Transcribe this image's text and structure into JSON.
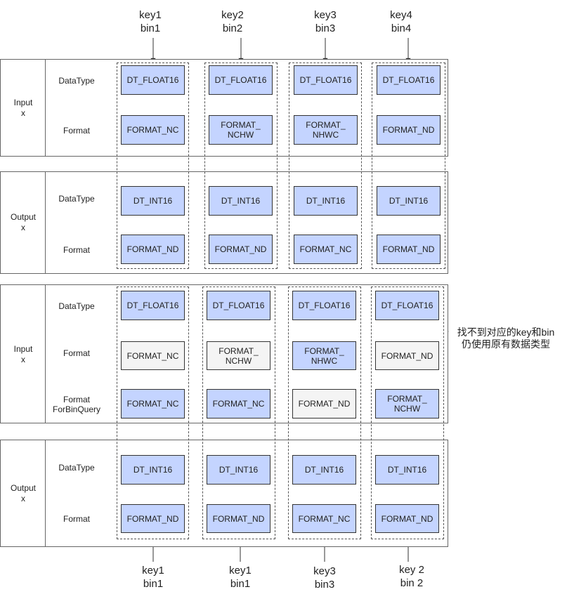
{
  "top_keys": [
    {
      "key": "key1",
      "bin": "bin1"
    },
    {
      "key": "key2",
      "bin": "bin2"
    },
    {
      "key": "key3",
      "bin": "bin3"
    },
    {
      "key": "key4",
      "bin": "bin4"
    }
  ],
  "bottom_keys": [
    {
      "key": "key1",
      "bin": "bin1"
    },
    {
      "key": "key1",
      "bin": "bin1"
    },
    {
      "key": "key3",
      "bin": "bin3"
    },
    {
      "key": "key 2",
      "bin": "bin 2"
    }
  ],
  "sections": {
    "s1": {
      "label_line1": "Input",
      "label_line2": "x",
      "row1": "DataType",
      "row2": "Format"
    },
    "s2": {
      "label_line1": "Output",
      "label_line2": "x",
      "row1": "DataType",
      "row2": "Format"
    },
    "s3": {
      "label_line1": "Input",
      "label_line2": "x",
      "row1": "DataType",
      "row2": "Format",
      "row3_line1": "Format",
      "row3_line2": "ForBinQuery"
    },
    "s4": {
      "label_line1": "Output",
      "label_line2": "x",
      "row1": "DataType",
      "row2": "Format"
    }
  },
  "boxes": {
    "s1_dtype": [
      "DT_FLOAT16",
      "DT_FLOAT16",
      "DT_FLOAT16",
      "DT_FLOAT16"
    ],
    "s1_format": [
      [
        "FORMAT_NC",
        ""
      ],
      [
        "FORMAT_",
        "NCHW"
      ],
      [
        "FORMAT_",
        "NHWC"
      ],
      [
        "FORMAT_ND",
        ""
      ]
    ],
    "s2_dtype": [
      "DT_INT16",
      "DT_INT16",
      "DT_INT16",
      "DT_INT16"
    ],
    "s2_format": [
      "FORMAT_ND",
      "FORMAT_ND",
      "FORMAT_NC",
      "FORMAT_ND"
    ],
    "s3_dtype": [
      "DT_FLOAT16",
      "DT_FLOAT16",
      "DT_FLOAT16",
      "DT_FLOAT16"
    ],
    "s3_format": [
      [
        "FORMAT_NC",
        ""
      ],
      [
        "FORMAT_",
        "NCHW"
      ],
      [
        "FORMAT_",
        "NHWC"
      ],
      [
        "FORMAT_ND",
        ""
      ]
    ],
    "s3_binquery": [
      [
        "FORMAT_NC",
        ""
      ],
      [
        "FORMAT_NC",
        ""
      ],
      [
        "FORMAT_ND",
        ""
      ],
      [
        "FORMAT_",
        "NCHW"
      ]
    ],
    "s4_dtype": [
      "DT_INT16",
      "DT_INT16",
      "DT_INT16",
      "DT_INT16"
    ],
    "s4_format": [
      "FORMAT_ND",
      "FORMAT_ND",
      "FORMAT_NC",
      "FORMAT_ND"
    ]
  },
  "note": {
    "line1": "找不到对应的key和bin",
    "line2": "仍使用原有数据类型"
  },
  "colors": {
    "box_blue": "#c4d4ff",
    "box_gray": "#f4f4f4"
  }
}
